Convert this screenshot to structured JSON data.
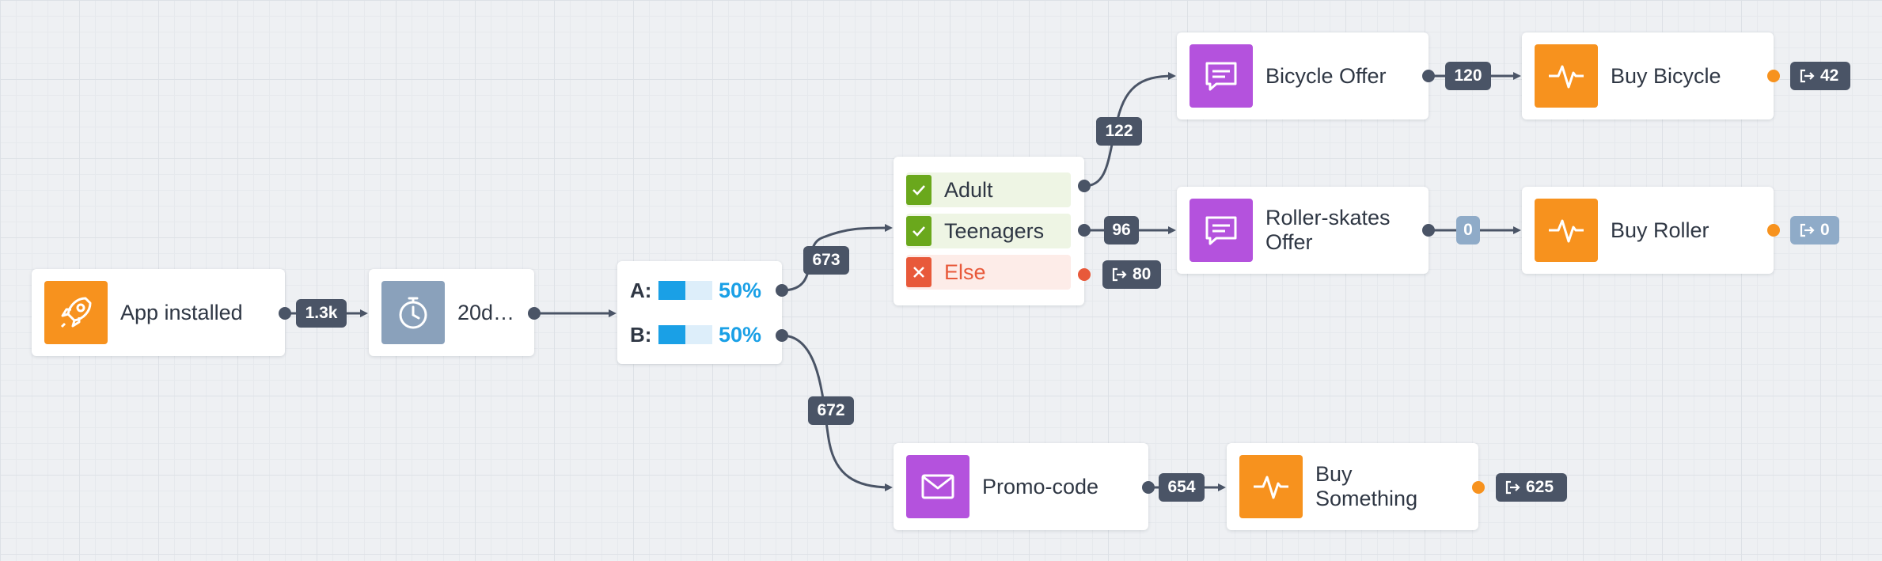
{
  "nodes": {
    "app_installed": {
      "label": "App installed",
      "icon": "rocket-icon",
      "color": "#f7921e"
    },
    "delay": {
      "label": "20d…",
      "icon": "stopwatch-icon",
      "color": "#8aa1bb"
    },
    "ab_split": {
      "a": {
        "key": "A:",
        "percent": "50%",
        "fraction": 0.5
      },
      "b": {
        "key": "B:",
        "percent": "50%",
        "fraction": 0.5
      }
    },
    "segments": {
      "adult": "Adult",
      "teenagers": "Teenagers",
      "else": "Else"
    },
    "bicycle_offer": {
      "label": "Bicycle Offer",
      "icon": "chat-message-icon",
      "color": "#b452dd"
    },
    "roller_offer": {
      "label": "Roller-skates Offer",
      "icon": "chat-message-icon",
      "color": "#b452dd"
    },
    "buy_bicycle": {
      "label": "Buy Bicycle",
      "icon": "activity-pulse-icon",
      "color": "#f7921e"
    },
    "buy_roller": {
      "label": "Buy Roller",
      "icon": "activity-pulse-icon",
      "color": "#f7921e"
    },
    "promo_code": {
      "label": "Promo-code",
      "icon": "envelope-icon",
      "color": "#b452dd"
    },
    "buy_something": {
      "label": "Buy Something",
      "icon": "activity-pulse-icon",
      "color": "#f7921e"
    }
  },
  "counts": {
    "app_to_delay": "1.3k",
    "split_a": "673",
    "split_b": "672",
    "adult": "122",
    "teenagers": "96",
    "else_exit": "80",
    "bicycle_offer_out": "120",
    "roller_offer_out": "0",
    "buy_bicycle_exit": "42",
    "buy_roller_exit": "0",
    "promo_out": "654",
    "buy_something_exit": "625"
  },
  "colors": {
    "connector": "#4a5466",
    "accent_blue": "#1aa0e6",
    "success_green": "#6aa81c",
    "danger_red": "#e8593a"
  }
}
